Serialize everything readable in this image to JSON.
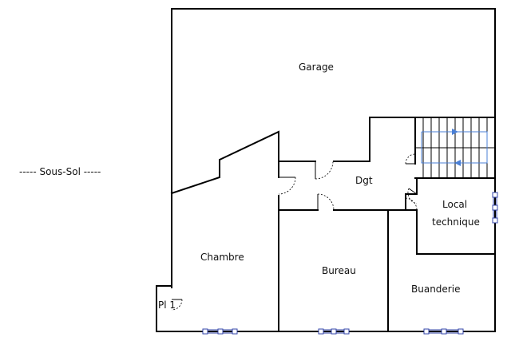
{
  "floor": {
    "level_label": "----- Sous-Sol -----"
  },
  "rooms": {
    "garage": "Garage",
    "dgt": "Dgt",
    "local_line1": "Local",
    "local_line2": "technique",
    "chambre": "Chambre",
    "bureau": "Bureau",
    "buanderie": "Buanderie",
    "placard": "Pl 1"
  },
  "colors": {
    "walls": "#000000",
    "windows": "#3344aa",
    "stair_arrow": "#4a7fd6"
  }
}
